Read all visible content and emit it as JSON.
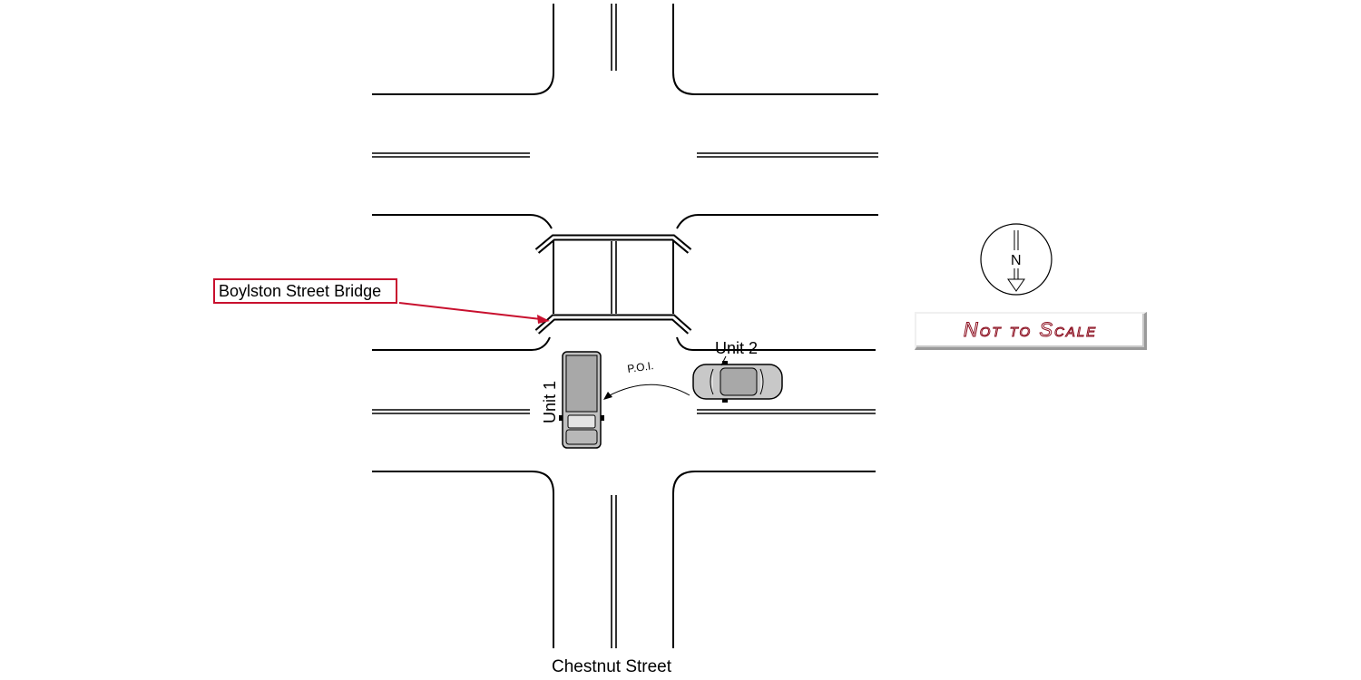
{
  "labels": {
    "bridge": "Boylston Street Bridge",
    "street": "Chestnut Street",
    "unit1": "Unit 1",
    "unit2": "Unit 2",
    "poi": "P.O.I.",
    "north": "N",
    "scale_note": "Not to Scale"
  },
  "colors": {
    "callout": "#c8102e",
    "scale_text": "#8b0d1e",
    "vehicle_fill": "#c0c0c0",
    "line": "#000000"
  },
  "icons": {
    "compass": "north-arrow-icon"
  }
}
